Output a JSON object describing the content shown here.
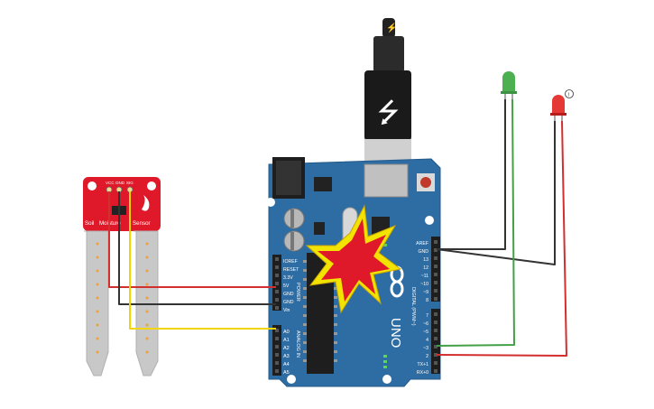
{
  "sensor": {
    "title_parts": [
      "Soil",
      "Moisture",
      "Sensor"
    ],
    "pins": [
      "VCC",
      "GND",
      "SIG"
    ]
  },
  "arduino": {
    "logo": "UNO",
    "power_header": [
      "IOREF",
      "RESET",
      "3.3V",
      "5V",
      "GND",
      "GND",
      "Vin"
    ],
    "power_title": "POWER",
    "analog_header": [
      "A0",
      "A1",
      "A2",
      "A3",
      "A4",
      "A5"
    ],
    "analog_title": "ANALOG IN",
    "digital_top": [
      "AREF",
      "GND",
      "13",
      "12",
      "~11",
      "~10",
      "~9",
      "8"
    ],
    "digital_bottom": [
      "7",
      "~6",
      "~5",
      "4",
      "~3",
      "2",
      "TX+1",
      "RX+0"
    ],
    "digital_title": "DIGITAL (PWM~)",
    "error_indicator": "explosion"
  },
  "leds": [
    {
      "color": "green",
      "hex": "#4caf50"
    },
    {
      "color": "red",
      "hex": "#e53935",
      "badge": "!"
    }
  ],
  "usb": {
    "plug_symbol": "usb-icon",
    "tip_symbol": "lightning-icon"
  },
  "colors": {
    "board": "#2e6da4",
    "sensor": "#e0192a",
    "wire_red": "#d32f2f",
    "wire_black": "#333333",
    "wire_yellow": "#f2d400",
    "wire_green": "#43a047"
  }
}
